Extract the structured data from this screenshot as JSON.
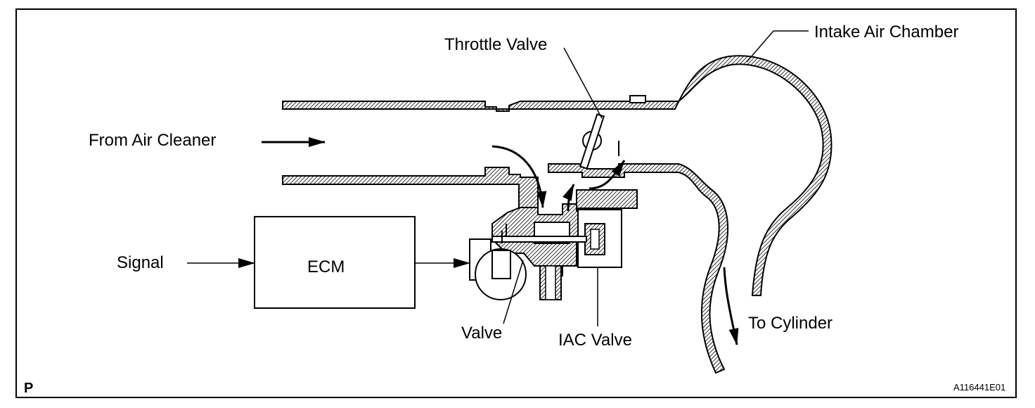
{
  "labels": {
    "throttle_valve": "Throttle Valve",
    "intake_air_chamber": "Intake Air Chamber",
    "from_air_cleaner": "From Air Cleaner",
    "signal": "Signal",
    "ecm": "ECM",
    "valve": "Valve",
    "iac_valve": "IAC Valve",
    "to_cylinder": "To Cylinder"
  },
  "footer": {
    "corner_mark": "P",
    "figure_code": "A116441E01"
  }
}
